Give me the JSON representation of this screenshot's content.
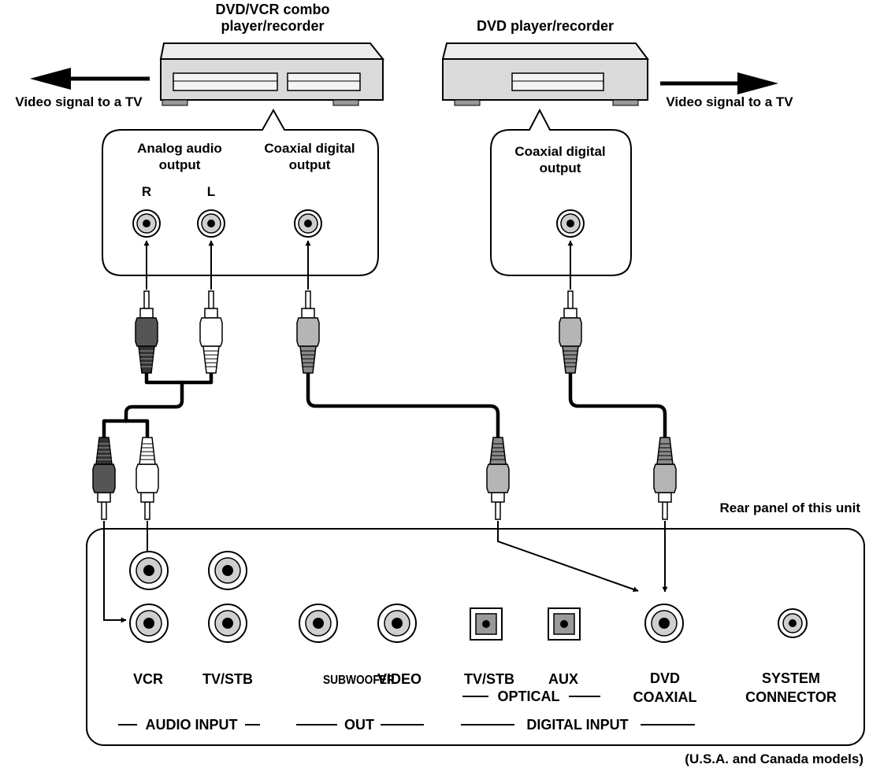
{
  "devices": {
    "combo": {
      "title_line1": "DVD/VCR combo",
      "title_line2": "player/recorder",
      "video_signal": "Video signal to a TV",
      "analog_label_line1": "Analog audio",
      "analog_label_line2": "output",
      "channel_r": "R",
      "channel_l": "L",
      "coax_label_line1": "Coaxial digital",
      "coax_label_line2": "output"
    },
    "dvd": {
      "title": "DVD player/recorder",
      "video_signal": "Video signal to a TV",
      "coax_label_line1": "Coaxial digital",
      "coax_label_line2": "output"
    }
  },
  "rear_panel": {
    "caption": "Rear panel of this unit",
    "jacks": {
      "vcr": "VCR",
      "tv_stb": "TV/STB",
      "subwoofer": "SUBWOOFER",
      "video": "VIDEO",
      "optical_tv_stb": "TV/STB",
      "optical_aux": "AUX",
      "dvd_line1": "DVD",
      "dvd_line2": "COAXIAL",
      "system_line1": "SYSTEM",
      "system_line2": "CONNECTOR"
    },
    "groups": {
      "optical": "OPTICAL",
      "audio_input": "AUDIO INPUT",
      "out": "OUT",
      "digital_input": "DIGITAL INPUT"
    }
  },
  "footnote": "(U.S.A. and Canada models)"
}
